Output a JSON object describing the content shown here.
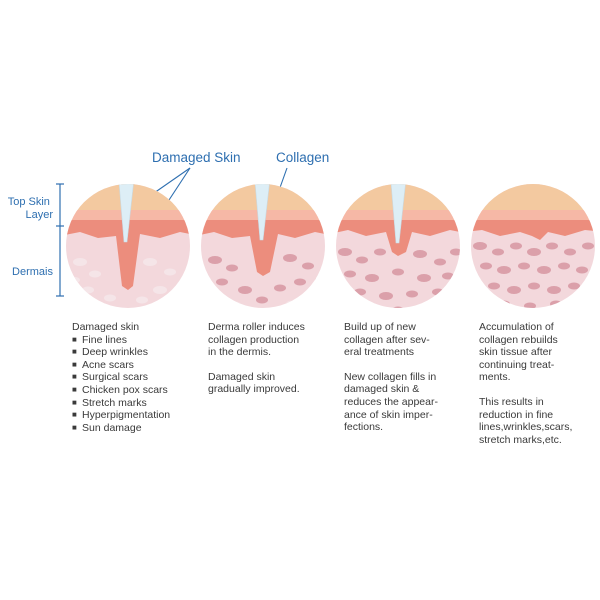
{
  "labels": {
    "damaged_skin": "Damaged Skin",
    "collagen": "Collagen",
    "top_skin_layer_line1": "Top Skin",
    "top_skin_layer_line2": "Layer",
    "dermis": "Dermais"
  },
  "columns": [
    {
      "heading": "Damaged skin",
      "bullets": [
        "Fine lines",
        "Deep wrinkles",
        "Acne scars",
        "Surgical scars",
        "Chicken pox scars",
        "Stretch marks",
        "Hyperpigmentation",
        "Sun damage"
      ]
    },
    {
      "para1": "Derma roller induces\ncollagen production\nin the dermis.",
      "para2": "Damaged skin\ngradually improved."
    },
    {
      "para1": "Build up of new\ncollagen after sev-\neral treatments",
      "para2": "New collagen fills in\ndamaged skin &\nreduces the appear-\nance of skin imper-\nfections."
    },
    {
      "para1": "Accumulation of\ncollagen rebuilds\nskin tissue after\ncontinuing treat-\nments.",
      "para2": "This results in\nreduction in fine\nlines,wrinkles,scars,\nstretch marks,etc."
    }
  ],
  "colors": {
    "epidermis": "#f3c9a0",
    "stratum_line": "#f19a8d",
    "dermis_top": "#ec8d7d",
    "dermis_base": "#f3d8dc",
    "cells_deep": "#dba0aa",
    "cells_light": "#f5e5e8",
    "needle": "#ddeef6",
    "label_blue": "#2e6fb0"
  }
}
